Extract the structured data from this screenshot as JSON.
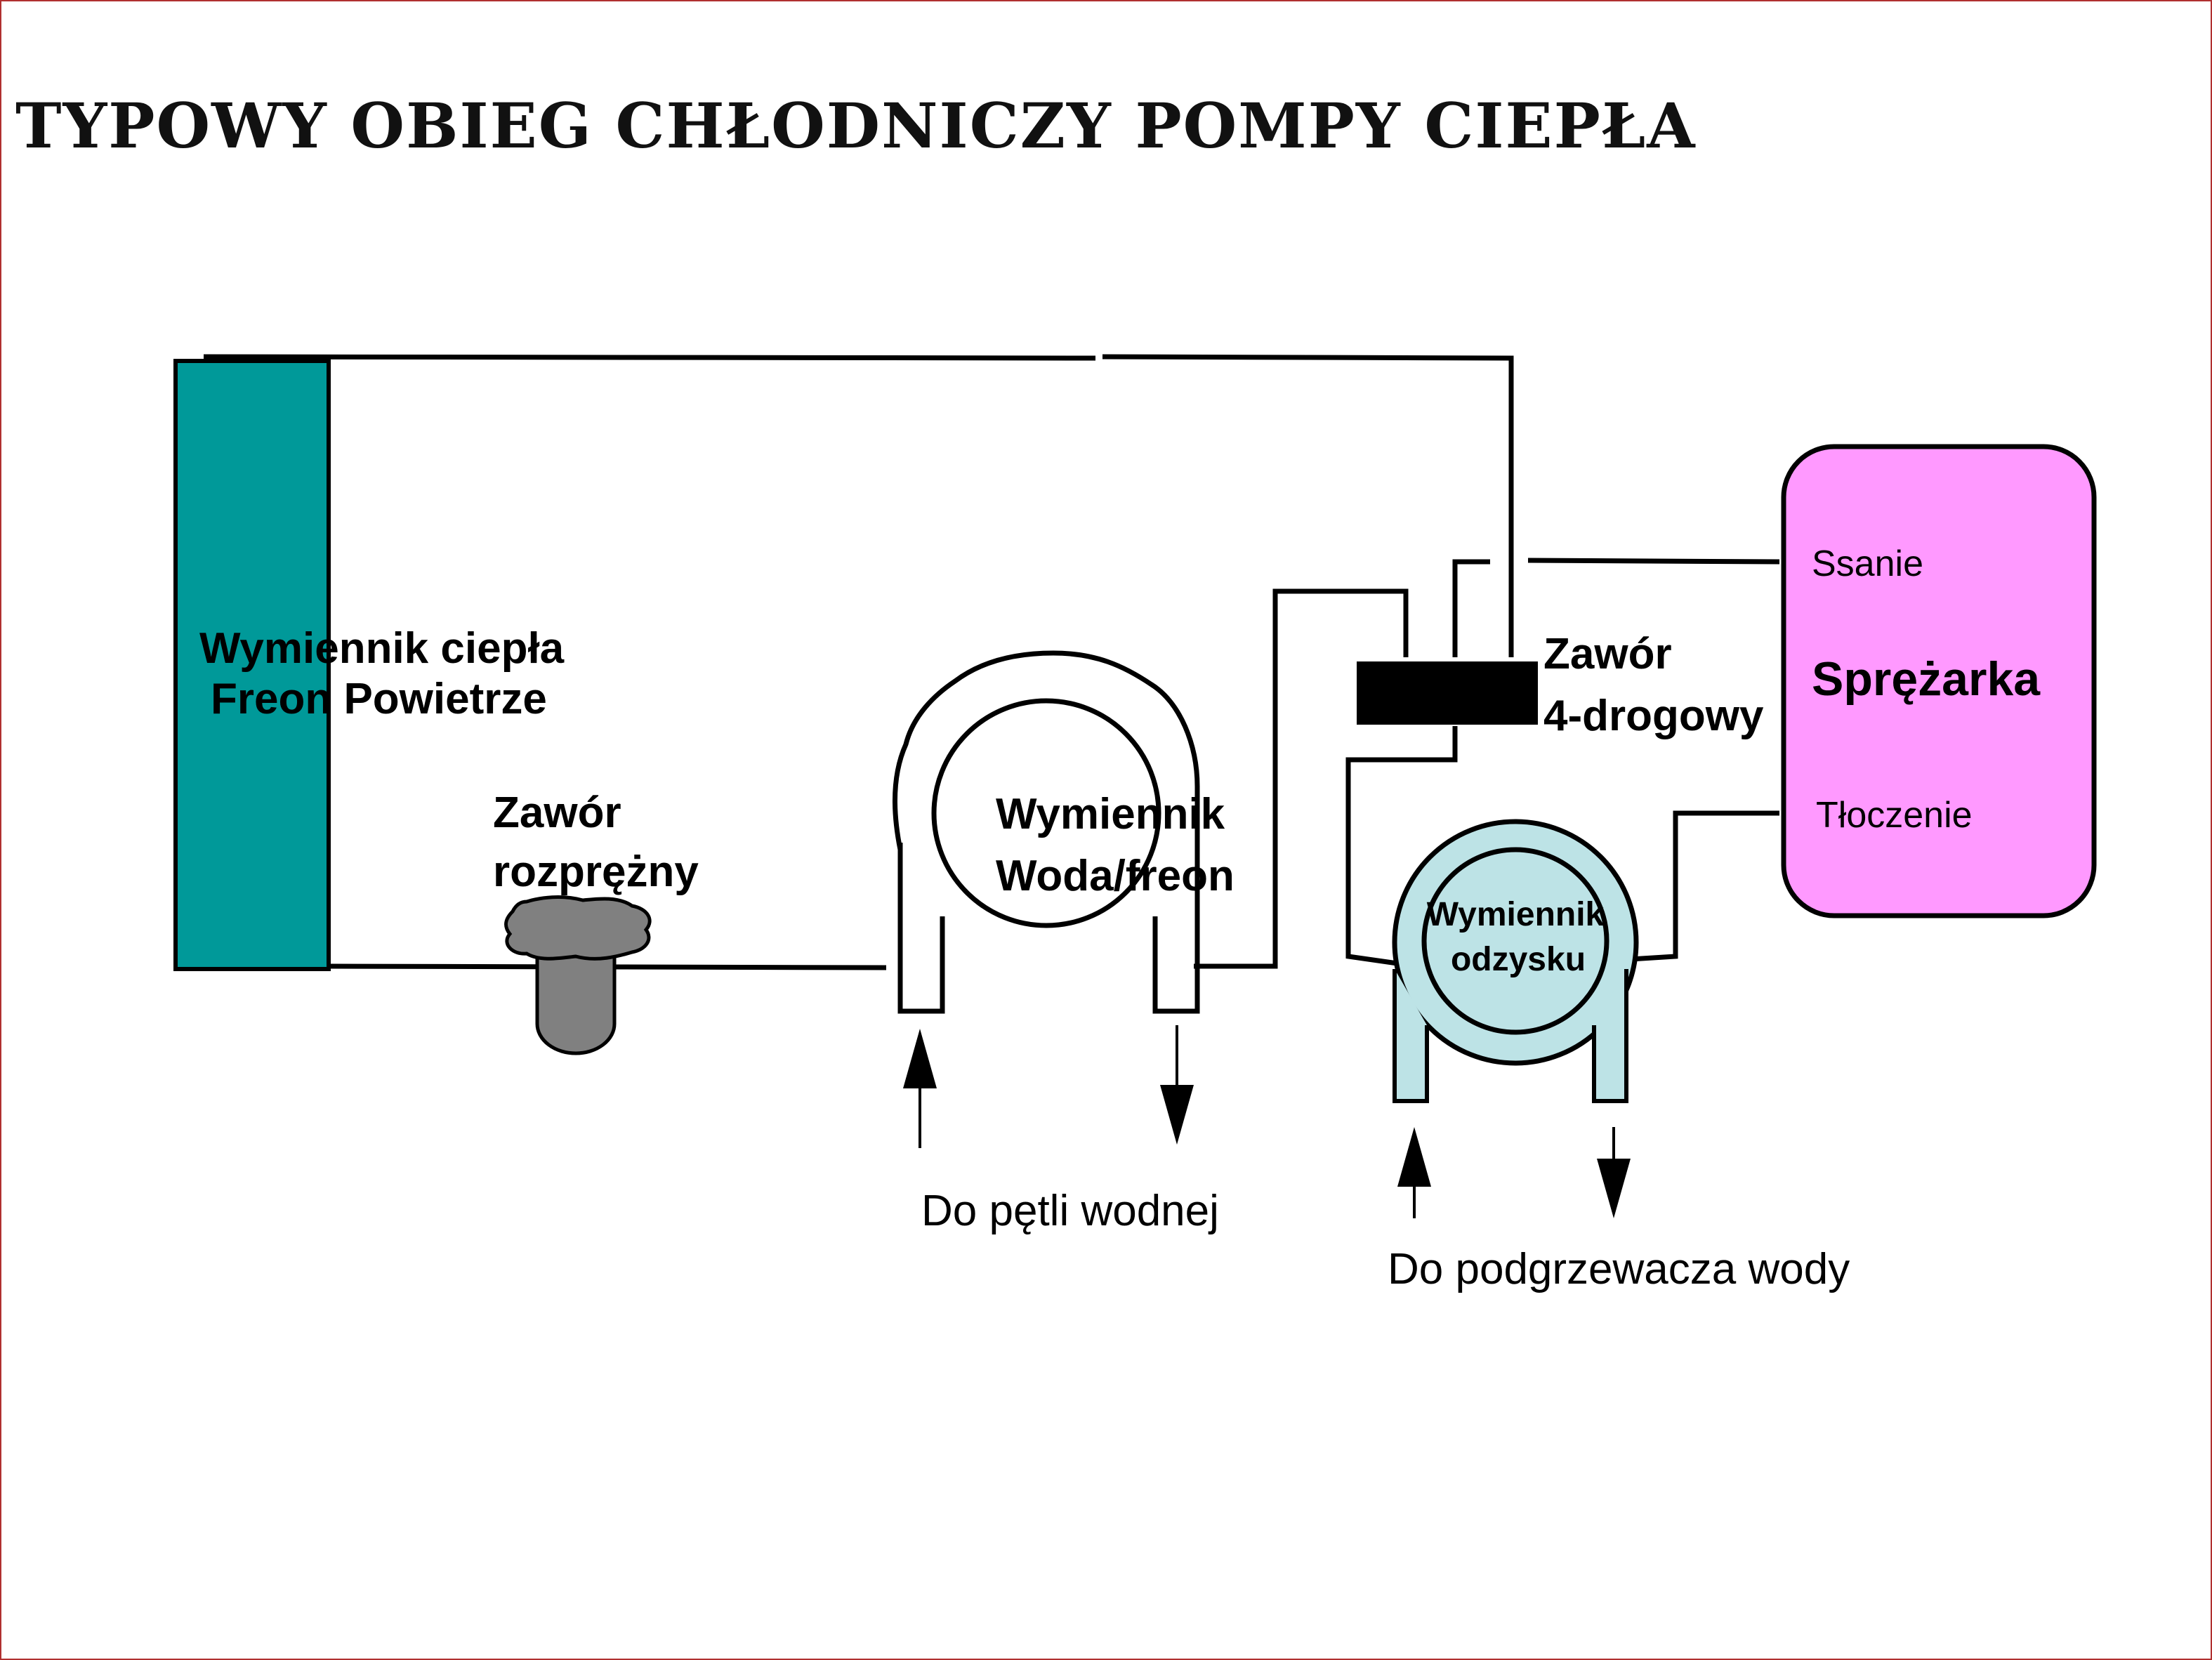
{
  "title": "TYPOWY OBIEG CHŁODNICZY POMPY CIEPŁA",
  "components": {
    "air_exchanger": {
      "line1": "Wymiennik  ciepła",
      "line2": "Freon Powietrze",
      "color": "#009999"
    },
    "expansion_valve": {
      "line1": "Zawór",
      "line2": "rozprężny",
      "color": "#808080"
    },
    "water_exchanger": {
      "line1": "Wymiennik",
      "line2": "Woda/freon"
    },
    "four_way_valve": {
      "line1": "Zawór",
      "line2": "4-drogowy",
      "color": "#000000"
    },
    "recovery_exchanger": {
      "line1": "Wymiennik",
      "line2": "odzysku",
      "color": "#bde3e6"
    },
    "compressor": {
      "name": "Sprężarka",
      "suction": "Ssanie",
      "discharge": "Tłoczenie",
      "color": "#ff99ff"
    }
  },
  "labels": {
    "water_loop": "Do pętli wodnej",
    "water_heater": "Do podgrzewacza wody"
  },
  "colors": {
    "pipe": "#000000",
    "frame": "#b03030"
  }
}
